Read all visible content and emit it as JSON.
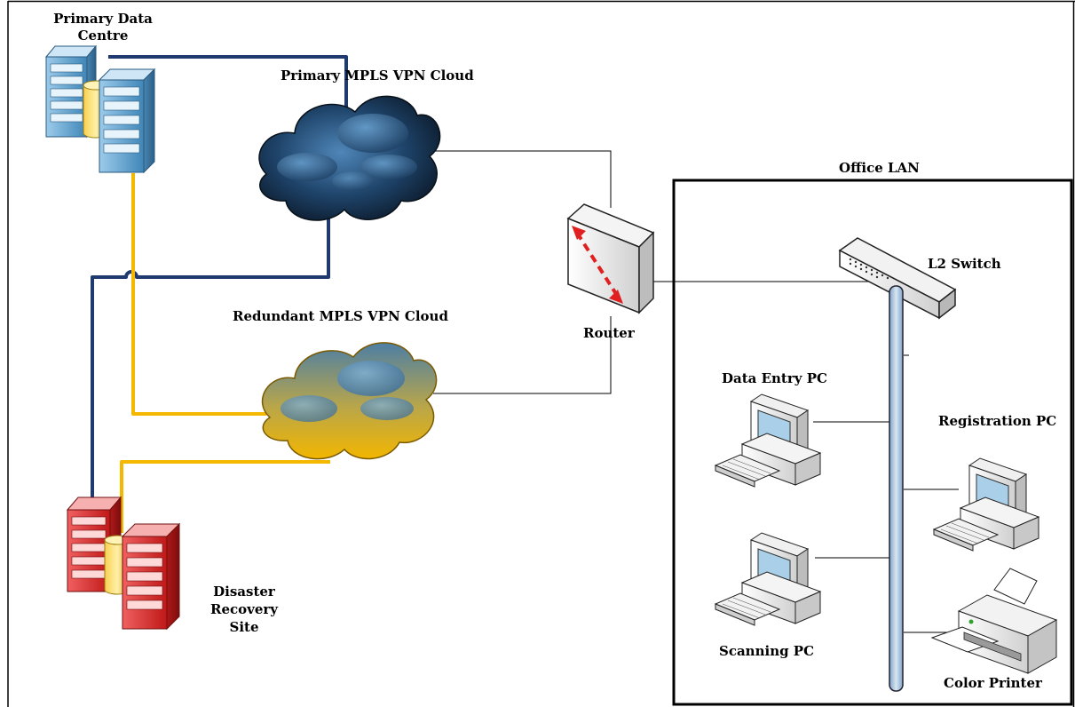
{
  "labels": {
    "primary_dc": "Primary Data\nCentre",
    "primary_cloud": "Primary MPLS VPN Cloud",
    "redundant_cloud": "Redundant MPLS VPN Cloud",
    "router": "Router",
    "office_lan": "Office LAN",
    "switch": "L2 Switch",
    "data_entry_pc": "Data Entry PC",
    "registration_pc": "Registration PC",
    "scanning_pc": "Scanning PC",
    "color_printer": "Color Printer",
    "dr_site": "Disaster Recovery\nSite"
  },
  "colors": {
    "primary_link": "#1f3a6e",
    "redundant_link": "#f5b800",
    "lan_cable": "#000000",
    "primary_server": "#5aa6d6",
    "dr_server": "#d62a2a"
  }
}
